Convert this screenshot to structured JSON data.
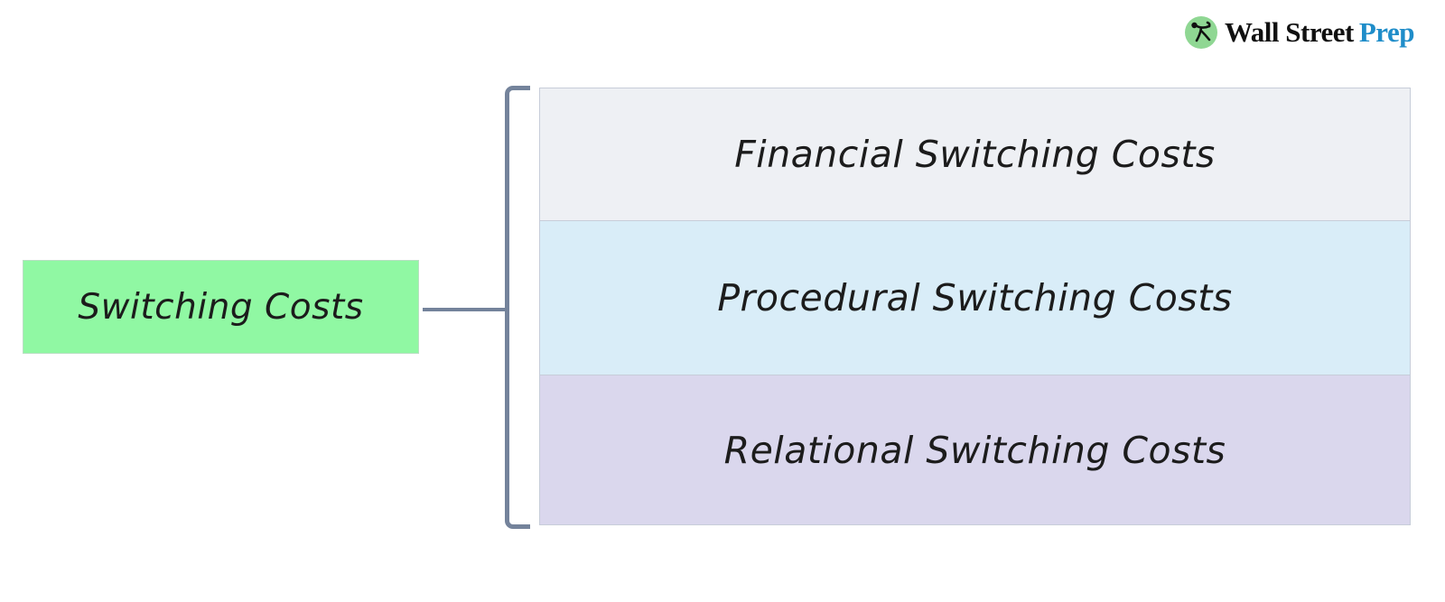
{
  "logo": {
    "brand_black": "Wall Street",
    "brand_blue": "Prep",
    "icon_bg_color": "#8fd793",
    "prep_color": "#1f8dc9"
  },
  "diagram": {
    "root": {
      "label": "Switching Costs",
      "bg_color": "#90f8a3"
    },
    "connector_color": "#74839b",
    "children": [
      {
        "label": "Financial Switching Costs",
        "bg_color": "#eef0f4"
      },
      {
        "label": "Procedural Switching Costs",
        "bg_color": "#d9edf8"
      },
      {
        "label": "Relational Switching Costs",
        "bg_color": "#dad7ed"
      }
    ]
  }
}
